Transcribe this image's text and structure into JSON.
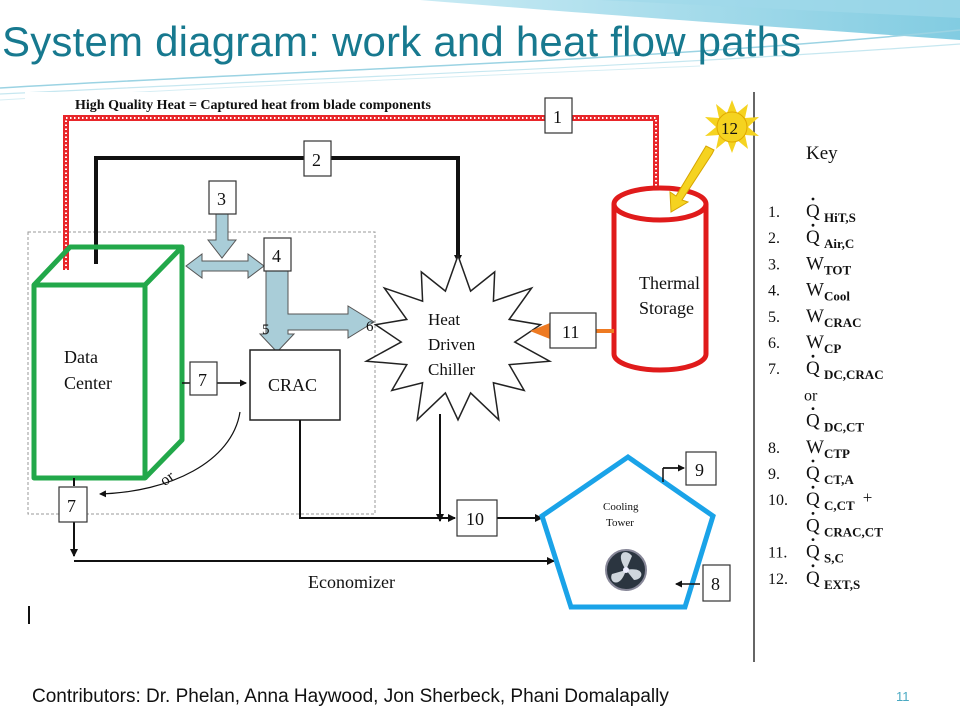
{
  "slide": {
    "title": "System diagram: work and heat flow paths",
    "contributors": "Contributors: Dr. Phelan, Anna Haywood, Jon Sherbeck, Phani Domalapally",
    "page_number": "11"
  },
  "diagram": {
    "top_caption": "High Quality Heat = Captured heat from blade components",
    "nodes": {
      "data_center": [
        "Data",
        "Center"
      ],
      "crac": "CRAC",
      "chiller": [
        "Heat",
        "Driven",
        "Chiller"
      ],
      "thermal_storage": [
        "Thermal",
        "Storage"
      ],
      "cooling_tower": [
        "Cooling",
        "Tower"
      ],
      "economizer": "Economizer",
      "or_label": "or"
    },
    "path_numbers": {
      "p1": "1",
      "p2": "2",
      "p3": "3",
      "p4": "4",
      "p5": "5",
      "p6": "6",
      "p7a": "7",
      "p7b": "7",
      "p8": "8",
      "p9": "9",
      "p10": "10",
      "p11": "11",
      "p12": "12"
    },
    "colors": {
      "high_quality_heat": "#e8262a",
      "work_flow": "#a9cdd8",
      "data_center": "#22a84a",
      "thermal_storage": "#e01b1b",
      "cooling_tower": "#1aa3e8",
      "solar": "#f5d320",
      "storage_heat": "#ee7a22"
    }
  },
  "key": {
    "title": "Key",
    "items": [
      {
        "num": "1.",
        "sym": "Q",
        "sub": "HiT,S",
        "dot": true
      },
      {
        "num": "2.",
        "sym": "Q",
        "sub": "Air,C",
        "dot": true
      },
      {
        "num": "3.",
        "sym": "W",
        "sub": "TOT",
        "dot": false
      },
      {
        "num": "4.",
        "sym": "W",
        "sub": "Cool",
        "dot": false
      },
      {
        "num": "5.",
        "sym": "W",
        "sub": "CRAC",
        "dot": false
      },
      {
        "num": "6.",
        "sym": "W",
        "sub": "CP",
        "dot": false
      },
      {
        "num": "7.",
        "sym": "Q",
        "sub": "DC,CRAC",
        "dot": true
      },
      {
        "num": "",
        "sym": "or",
        "sub": "",
        "dot": false
      },
      {
        "num": "",
        "sym": "Q",
        "sub": "DC,CT",
        "dot": true
      },
      {
        "num": "8.",
        "sym": "W",
        "sub": "CTP",
        "dot": false
      },
      {
        "num": "9.",
        "sym": "Q",
        "sub": "CT,A",
        "dot": true
      },
      {
        "num": "10.",
        "sym": "Q",
        "sub": "C,CT",
        "dot": true,
        "suffix": "+"
      },
      {
        "num": "",
        "sym": "Q",
        "sub": "CRAC,CT",
        "dot": true
      },
      {
        "num": "11.",
        "sym": "Q",
        "sub": "S,C",
        "dot": true
      },
      {
        "num": "12.",
        "sym": "Q",
        "sub": "EXT,S",
        "dot": true
      }
    ]
  }
}
